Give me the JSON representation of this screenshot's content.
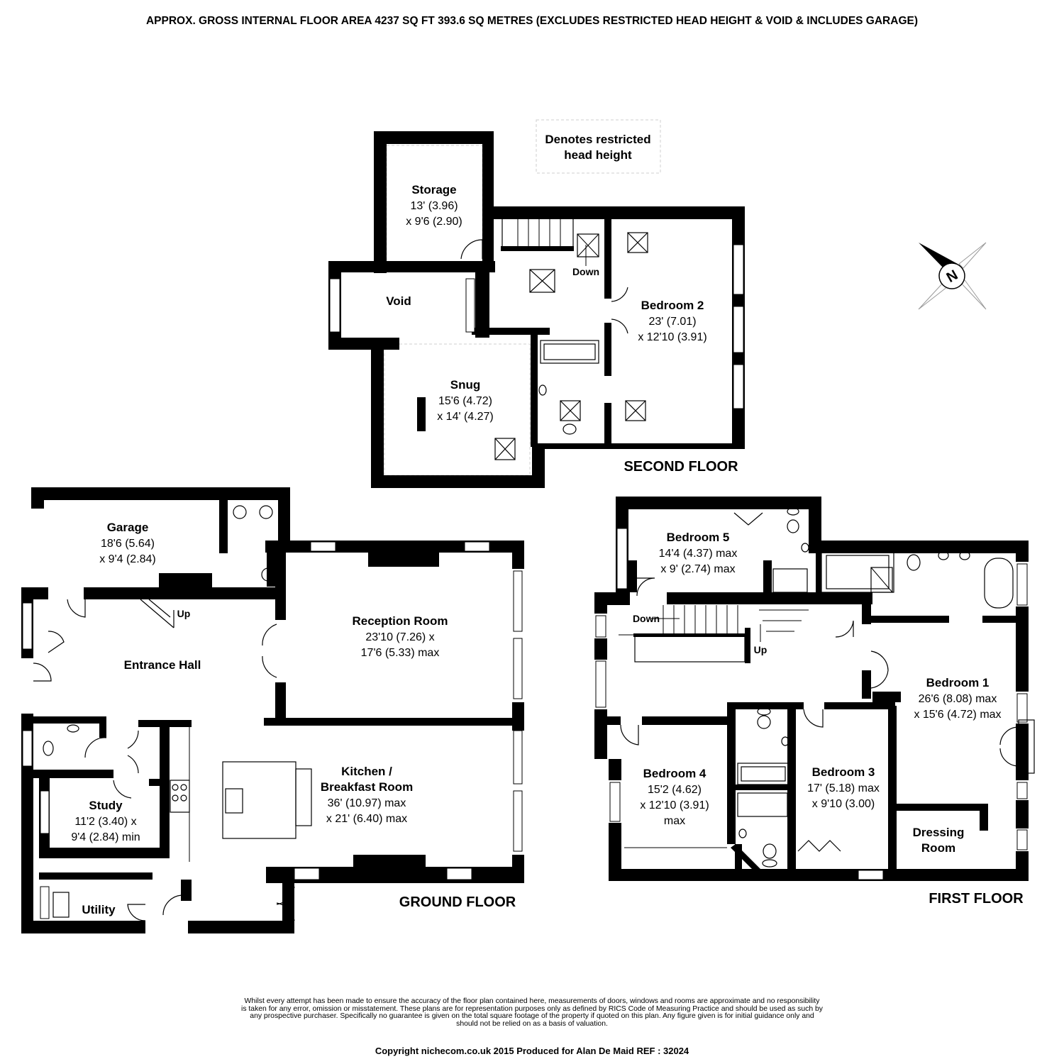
{
  "header": {
    "area_text": "APPROX. GROSS INTERNAL FLOOR AREA 4237 SQ FT 393.6 SQ METRES (EXCLUDES RESTRICTED HEAD HEIGHT & VOID & INCLUDES GARAGE)"
  },
  "legend": {
    "line1": "Denotes restricted",
    "line2": "head height"
  },
  "compass": {
    "letter": "N"
  },
  "floors": {
    "second": {
      "label": "SECOND FLOOR",
      "storage": {
        "name": "Storage",
        "dim1": "13' (3.96)",
        "dim2": "x 9'6 (2.90)"
      },
      "void": {
        "name": "Void"
      },
      "snug": {
        "name": "Snug",
        "dim1": "15'6 (4.72)",
        "dim2": "x 14' (4.27)"
      },
      "bedroom2": {
        "name": "Bedroom 2",
        "dim1": "23' (7.01)",
        "dim2": "x 12'10 (3.91)"
      },
      "stairs_down": "Down"
    },
    "ground": {
      "label": "GROUND FLOOR",
      "garage": {
        "name": "Garage",
        "dim1": "18'6 (5.64)",
        "dim2": "x 9'4 (2.84)"
      },
      "reception": {
        "name": "Reception Room",
        "dim1": "23'10 (7.26) x",
        "dim2": "17'6 (5.33) max"
      },
      "hall": {
        "name": "Entrance Hall"
      },
      "stairs_up": "Up",
      "kitchen": {
        "name1": "Kitchen /",
        "name2": "Breakfast Room",
        "dim1": "36' (10.97) max",
        "dim2": "x 21' (6.40) max"
      },
      "study": {
        "name": "Study",
        "dim1": "11'2 (3.40) x",
        "dim2": "9'4 (2.84) min"
      },
      "utility": {
        "name": "Utility"
      }
    },
    "first": {
      "label": "FIRST FLOOR",
      "bedroom5": {
        "name": "Bedroom 5",
        "dim1": "14'4 (4.37) max",
        "dim2": "x 9' (2.74) max"
      },
      "stairs_down": "Down",
      "stairs_up": "Up",
      "bedroom1": {
        "name": "Bedroom 1",
        "dim1": "26'6 (8.08) max",
        "dim2": "x 15'6 (4.72) max"
      },
      "bedroom4": {
        "name": "Bedroom 4",
        "dim1": "15'2 (4.62)",
        "dim2": "x 12'10 (3.91)",
        "dim3": "max"
      },
      "bedroom3": {
        "name": "Bedroom 3",
        "dim1": "17' (5.18) max",
        "dim2": "x 9'10 (3.00)"
      },
      "dressing": {
        "name1": "Dressing",
        "name2": "Room"
      }
    }
  },
  "footer": {
    "disclaimer": "Whilst every attempt has been made to ensure the accuracy of the floor plan contained here, measurements of doors, windows and rooms are approximate and no responsibility is taken for any error, omission or misstatement. These plans are for representation purposes only as defined by RICS Code of Measuring Practice and should be used as such by any prospective purchaser.  Specifically no guarantee is given on the total square footage of the property if quoted on this plan. Any figure given is for initial guidance only and should not be relied on as a basis of valuation.",
    "copyright": "Copyright nichecom.co.uk 2015    Produced for Alan De Maid    REF :  32024"
  }
}
